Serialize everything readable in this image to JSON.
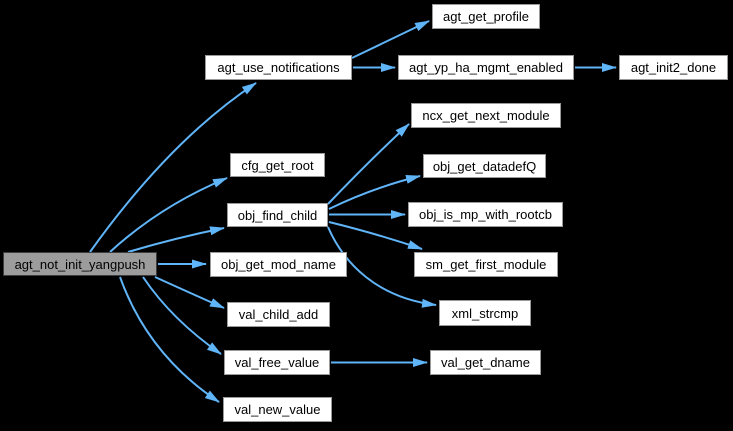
{
  "diagram": {
    "type": "call-graph",
    "background_color": "#000000",
    "edge_color": "#60b4f8",
    "node_style": {
      "fill": "#ffffff",
      "border": "#9a9a9a",
      "text": "#000000"
    },
    "highlight_node_style": {
      "fill": "#9c9c9c",
      "border": "#3d3d3d",
      "text": "#000000"
    },
    "nodes": [
      {
        "id": "agt_not_init_yangpush",
        "label": "agt_not_init_yangpush",
        "highlighted": true
      },
      {
        "id": "agt_use_notifications",
        "label": "agt_use_notifications",
        "highlighted": false
      },
      {
        "id": "agt_get_profile",
        "label": "agt_get_profile",
        "highlighted": false
      },
      {
        "id": "agt_yp_ha_mgmt_enabled",
        "label": "agt_yp_ha_mgmt_enabled",
        "highlighted": false
      },
      {
        "id": "agt_init2_done",
        "label": "agt_init2_done",
        "highlighted": false
      },
      {
        "id": "cfg_get_root",
        "label": "cfg_get_root",
        "highlighted": false
      },
      {
        "id": "ncx_get_next_module",
        "label": "ncx_get_next_module",
        "highlighted": false
      },
      {
        "id": "obj_get_datadefQ",
        "label": "obj_get_datadefQ",
        "highlighted": false
      },
      {
        "id": "obj_find_child",
        "label": "obj_find_child",
        "highlighted": false
      },
      {
        "id": "obj_is_mp_with_rootcb",
        "label": "obj_is_mp_with_rootcb",
        "highlighted": false
      },
      {
        "id": "obj_get_mod_name",
        "label": "obj_get_mod_name",
        "highlighted": false
      },
      {
        "id": "sm_get_first_module",
        "label": "sm_get_first_module",
        "highlighted": false
      },
      {
        "id": "val_child_add",
        "label": "val_child_add",
        "highlighted": false
      },
      {
        "id": "xml_strcmp",
        "label": "xml_strcmp",
        "highlighted": false
      },
      {
        "id": "val_free_value",
        "label": "val_free_value",
        "highlighted": false
      },
      {
        "id": "val_get_dname",
        "label": "val_get_dname",
        "highlighted": false
      },
      {
        "id": "val_new_value",
        "label": "val_new_value",
        "highlighted": false
      }
    ],
    "edges": [
      {
        "from": "agt_not_init_yangpush",
        "to": "agt_use_notifications"
      },
      {
        "from": "agt_not_init_yangpush",
        "to": "cfg_get_root"
      },
      {
        "from": "agt_not_init_yangpush",
        "to": "obj_find_child"
      },
      {
        "from": "agt_not_init_yangpush",
        "to": "obj_get_mod_name"
      },
      {
        "from": "agt_not_init_yangpush",
        "to": "val_child_add"
      },
      {
        "from": "agt_not_init_yangpush",
        "to": "val_free_value"
      },
      {
        "from": "agt_not_init_yangpush",
        "to": "val_new_value"
      },
      {
        "from": "agt_use_notifications",
        "to": "agt_get_profile"
      },
      {
        "from": "agt_use_notifications",
        "to": "agt_yp_ha_mgmt_enabled"
      },
      {
        "from": "agt_yp_ha_mgmt_enabled",
        "to": "agt_init2_done"
      },
      {
        "from": "obj_find_child",
        "to": "ncx_get_next_module"
      },
      {
        "from": "obj_find_child",
        "to": "obj_get_datadefQ"
      },
      {
        "from": "obj_find_child",
        "to": "obj_is_mp_with_rootcb"
      },
      {
        "from": "obj_find_child",
        "to": "sm_get_first_module"
      },
      {
        "from": "obj_find_child",
        "to": "xml_strcmp"
      },
      {
        "from": "val_free_value",
        "to": "val_get_dname"
      }
    ]
  }
}
